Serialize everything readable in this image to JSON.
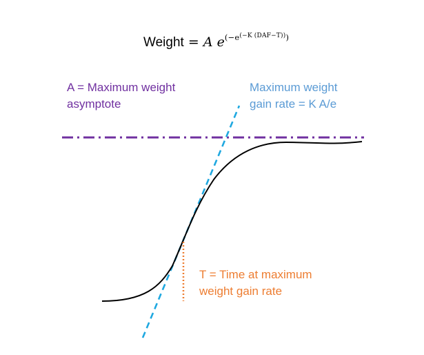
{
  "formula": {
    "lhs": "Weight",
    "equals": "=",
    "coefficient": "A",
    "base": "e",
    "exponent_open": "(−e",
    "inner_exponent": "(−K (DAF−T))",
    "exponent_close": ")"
  },
  "annotations": {
    "asymptote": {
      "line1": "A = Maximum weight",
      "line2": "asymptote",
      "color": "#7030a0"
    },
    "max_rate": {
      "line1": "Maximum weight",
      "line2": "gain rate = K A/e",
      "color": "#5b9bd5"
    },
    "inflection_time": {
      "line1": "T = Time at maximum",
      "line2": "weight gain rate",
      "color": "#ed7d31"
    }
  },
  "lines": {
    "curve_color": "#000000",
    "asymptote_color": "#7030a0",
    "tangent_color": "#1fa8e0",
    "time_marker_color": "#ed7d31"
  }
}
